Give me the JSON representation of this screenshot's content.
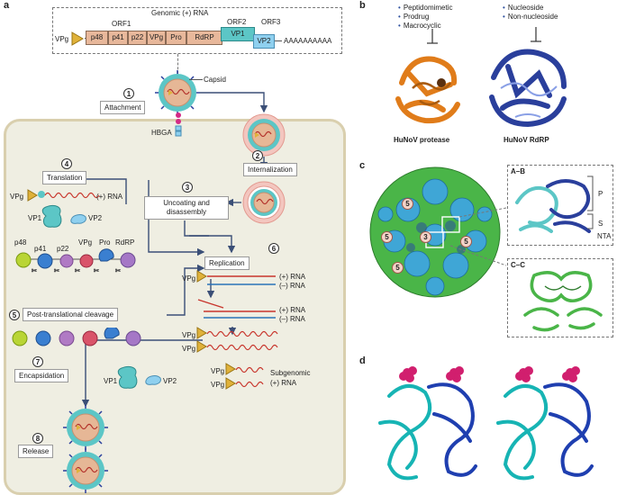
{
  "panel_a": {
    "letter": "a",
    "genome": {
      "title": "Genomic (+) RNA",
      "vpg": "VPg",
      "orf1": "ORF1",
      "orf2": "ORF2",
      "orf3": "ORF3",
      "segments": [
        "p48",
        "p41",
        "p22",
        "VPg",
        "Pro",
        "RdRP"
      ],
      "vp1": "VP1",
      "vp2": "VP2",
      "polya": "AAAAAAAAAA"
    },
    "capsid_label": "Capsid",
    "hbga_label": "HBGA",
    "steps": [
      {
        "num": "1",
        "label": "Attachment"
      },
      {
        "num": "2",
        "label": "Internalization"
      },
      {
        "num": "3",
        "label": "Uncoating and disassembly"
      },
      {
        "num": "4",
        "label": "Translation"
      },
      {
        "num": "5",
        "label": "Post-translational cleavage"
      },
      {
        "num": "6",
        "label": "Replication"
      },
      {
        "num": "7",
        "label": "Encapsidation"
      },
      {
        "num": "8",
        "label": "Release"
      }
    ],
    "translation_rna": "(+) RNA",
    "vpg": "VPg",
    "proteins": {
      "vp1": "VP1",
      "vp2": "VP2",
      "p48": "p48",
      "p41": "p41",
      "p22": "p22",
      "vpg": "VPg",
      "pro": "Pro",
      "rdrp": "RdRP"
    },
    "replication": {
      "plus_rna": "(+) RNA",
      "minus_rna": "(–) RNA",
      "subgenomic": "Subgenomic",
      "subgenomic_rna": "(+) RNA"
    }
  },
  "panel_b": {
    "letter": "b",
    "protease_inhibitors": [
      "Peptidomimetic",
      "Prodrug",
      "Macrocyclic"
    ],
    "rdrp_inhibitors": [
      "Nucleoside",
      "Non-nucleoside"
    ],
    "protease_label": "HuNoV protease",
    "rdrp_label": "HuNoV RdRP"
  },
  "panel_c": {
    "letter": "c",
    "badges": [
      "5",
      "5",
      "3",
      "5",
      "5"
    ],
    "ab_label": "A–B",
    "cc_label": "C–C",
    "domain_p": "P",
    "domain_s": "S",
    "domain_nta": "NTA"
  },
  "panel_d": {
    "letter": "d"
  },
  "colors": {
    "cell": "#efeee2",
    "membrane": "#d9cfae",
    "vp1": "#5cc6c6",
    "vp2": "#8fd0ef",
    "genome_seg": "#e8b89b",
    "protease": "#e07c1a",
    "rdrp": "#2a3f9c",
    "capsid_green": "#4ab548",
    "capsid_blue": "#3fa6d6",
    "hbga": "#d42a86"
  }
}
